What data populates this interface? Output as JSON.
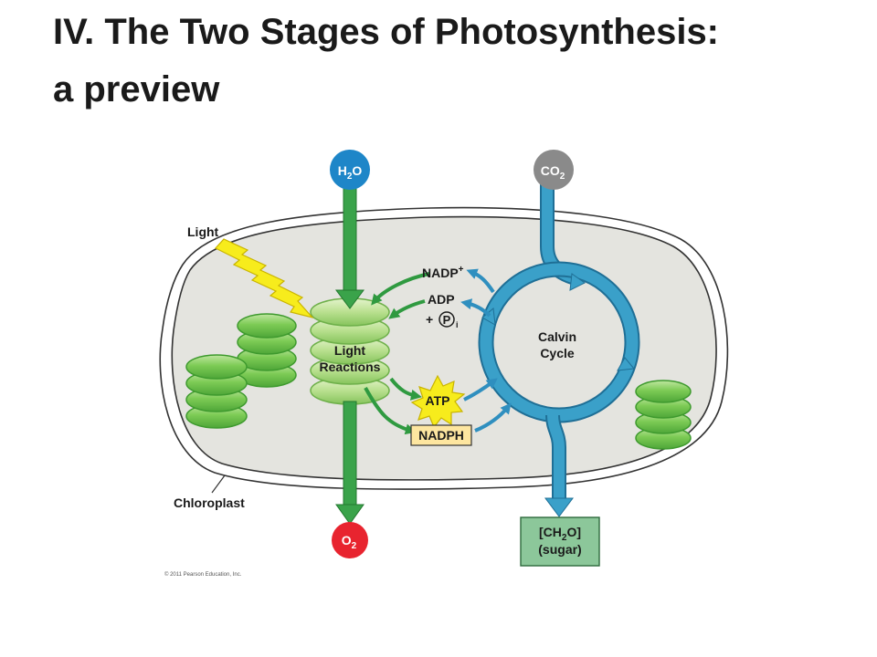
{
  "title": {
    "line1": "IV. The Two Stages of Photosynthesis:",
    "line2": "a preview"
  },
  "diagram": {
    "light": "Light",
    "h2o": {
      "base": "H",
      "sub": "2",
      "tail": "O"
    },
    "co2": {
      "base": "CO",
      "sub": "2"
    },
    "o2": {
      "base": "O",
      "sub": "2"
    },
    "light_reactions": [
      "Light",
      "Reactions"
    ],
    "calvin_cycle": [
      "Calvin",
      "Cycle"
    ],
    "nadp_plus": {
      "base": "NADP",
      "sup": "+"
    },
    "adp": "ADP",
    "pi": {
      "plus": "+",
      "letter": "P",
      "sub": "i"
    },
    "atp": "ATP",
    "nadph": "NADPH",
    "sugar": {
      "open": "[CH",
      "sub": "2",
      "close": "O]",
      "line2": "(sugar)"
    },
    "chloroplast": "Chloroplast",
    "copyright": "© 2011 Pearson Education, Inc."
  },
  "colors": {
    "green": "#3aa34a",
    "blue": "#3aa0c9",
    "h2o_node": "#1e86c8",
    "co2_node": "#8a8a8a",
    "o2_node": "#e8242f",
    "light_bolt": "#f7ec1c",
    "chloroplast_fill": "#e4e4df",
    "nadph_box": "#fde6a0",
    "sugar_box": "#8cc79a"
  }
}
